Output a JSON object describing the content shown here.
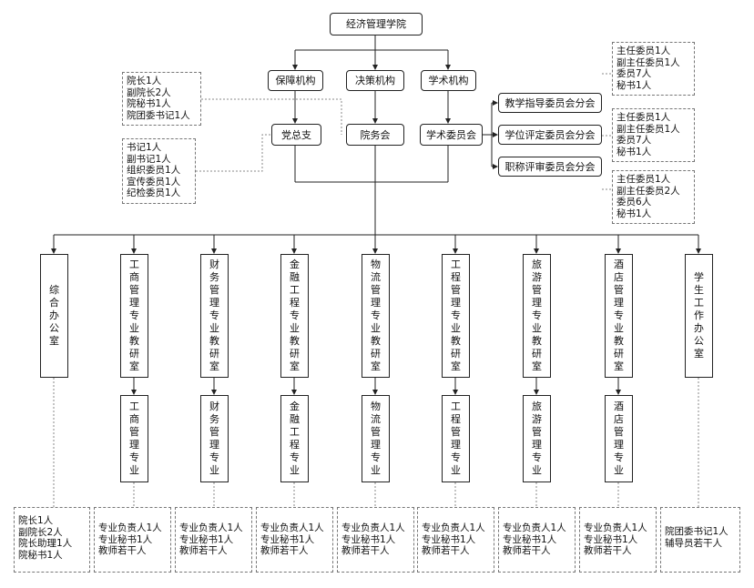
{
  "top": {
    "title": "经济管理学院"
  },
  "level2": [
    "保障机构",
    "决策机构",
    "学术机构"
  ],
  "level3": [
    "党总支",
    "院务会",
    "学术委员会"
  ],
  "committees": [
    "教学指导委员会分会",
    "学位评定委员会分会",
    "职称评审委员会分会"
  ],
  "notes": {
    "leaders": "院长1人\n副院长2人\n院秘书1人\n院团委书记1人",
    "party": "书记1人\n副书记1人\n组织委员1人\n宣传委员1人\n纪检委员1人",
    "committee_1": "主任委员1人\n副主任委员1人\n委员7人\n秘书1人",
    "committee_2": "主任委员1人\n副主任委员1人\n委员7人\n秘书1人",
    "committee_3": "主任委员1人\n副主任委员2人\n委员6人\n秘书1人"
  },
  "offices": [
    "综合办公室",
    "工商管理专业教研室",
    "财务管理专业教研室",
    "金融工程专业教研室",
    "物流管理专业教研室",
    "工程管理专业教研室",
    "旅游管理专业教研室",
    "酒店管理专业教研室",
    "学生工作办公室"
  ],
  "majors": [
    "工商管理专业",
    "财务管理专业",
    "金融工程专业",
    "物流管理专业",
    "工程管理专业",
    "旅游管理专业",
    "酒店管理专业"
  ],
  "staff": {
    "office": "院长1人\n副院长2人\n院长助理1人\n院秘书1人",
    "major": "专业负责人1人\n专业秘书1人\n教师若干人",
    "student": "院团委书记1人\n辅导员若干人"
  }
}
